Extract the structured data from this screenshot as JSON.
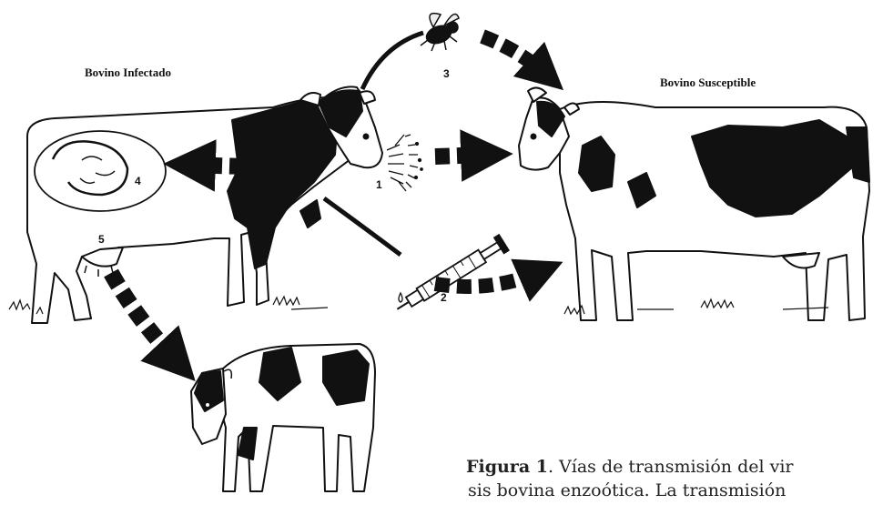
{
  "labels": {
    "infected": "Bovino Infectado",
    "susceptible": "Bovino Susceptible"
  },
  "routes": {
    "r1": "1",
    "r2": "2",
    "r3": "3",
    "r4": "4",
    "r5": "5"
  },
  "caption": {
    "figure_label": "Figura 1",
    "line1": ". Vías de transmisión del vir",
    "line2": "sis bovina enzoótica. La transmisión"
  },
  "icons": [
    "infected-cow",
    "susceptible-cow",
    "calf",
    "fly",
    "spray",
    "syringe",
    "uterus-fetus",
    "udder-milk"
  ],
  "colors": {
    "ink": "#111111",
    "paper": "#ffffff"
  }
}
